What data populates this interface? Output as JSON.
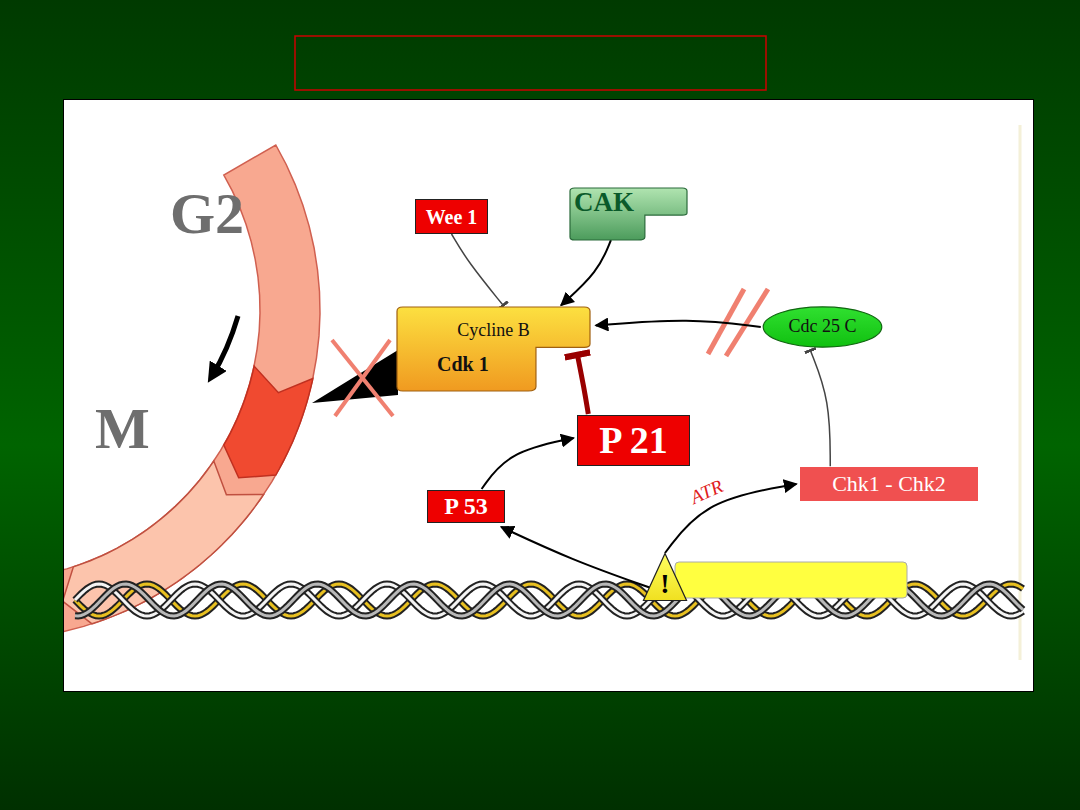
{
  "diagram": {
    "nodes": [
      {
        "text": [
          "Wee 1"
        ]
      },
      {
        "text": [
          "CAK"
        ]
      },
      {
        "text": [
          "Cycline B",
          "Cdk 1"
        ]
      },
      {
        "text": [
          "Cdc 25 C"
        ]
      },
      {
        "text": [
          "P 21"
        ]
      },
      {
        "text": [
          "P 53"
        ]
      },
      {
        "text": [
          "Chk1 - Chk2"
        ]
      },
      {
        "text": [
          "!"
        ]
      }
    ],
    "edges": [
      {
        "from": 0,
        "to": 2,
        "arrow": "to"
      },
      {
        "from": 1,
        "to": 2,
        "arrow": "to"
      },
      {
        "from": 3,
        "to": 2,
        "arrow": "to"
      },
      {
        "from": 4,
        "to": 2,
        "arrow": "to"
      },
      {
        "from": 5,
        "to": 4,
        "arrow": "to"
      },
      {
        "from": 7,
        "to": 5,
        "arrow": "to"
      },
      {
        "from": 7,
        "to": 6,
        "label": "ATR",
        "arrow": "to"
      },
      {
        "from": 6,
        "to": 3,
        "arrow": "to"
      }
    ],
    "labels": [
      "G2",
      "M"
    ]
  }
}
